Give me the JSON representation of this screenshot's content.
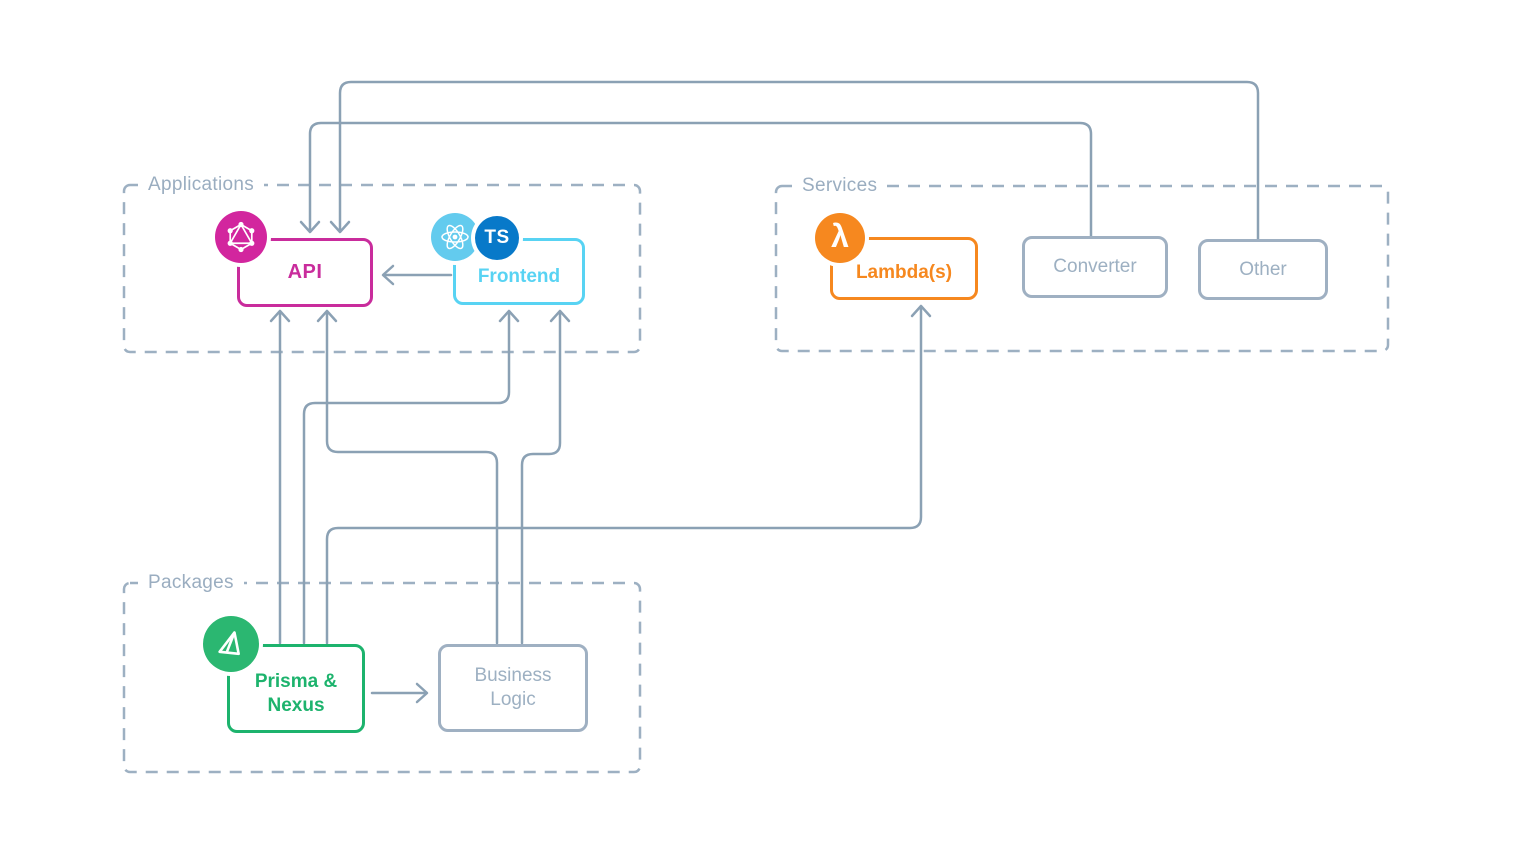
{
  "groups": [
    {
      "id": "applications",
      "label": "Applications"
    },
    {
      "id": "services",
      "label": "Services"
    },
    {
      "id": "packages",
      "label": "Packages"
    }
  ],
  "nodes": {
    "api": {
      "label": "API"
    },
    "frontend": {
      "label": "Frontend"
    },
    "lambda": {
      "label": "Lambda(s)"
    },
    "converter": {
      "label": "Converter"
    },
    "other": {
      "label": "Other"
    },
    "prisma": {
      "line1": "Prisma &",
      "line2": "Nexus"
    },
    "business": {
      "line1": "Business",
      "line2": "Logic"
    }
  },
  "icons": {
    "typescript_text": "TS",
    "lambda_glyph": "λ"
  },
  "edges": [
    {
      "from": "frontend",
      "to": "api"
    },
    {
      "from": "converter",
      "to": "api"
    },
    {
      "from": "other",
      "to": "api"
    },
    {
      "from": "prisma-nexus",
      "to": "api"
    },
    {
      "from": "prisma-nexus",
      "to": "frontend"
    },
    {
      "from": "prisma-nexus",
      "to": "lambda"
    },
    {
      "from": "prisma-nexus",
      "to": "business-logic"
    },
    {
      "from": "business-logic",
      "to": "api"
    },
    {
      "from": "business-logic",
      "to": "frontend"
    }
  ],
  "colors": {
    "line_gray": "#8ba1b4",
    "border_gray": "#9fb0c2",
    "text_gray": "#9aadc0",
    "pink": "#c92c9c",
    "graphql_pink": "#d2269e",
    "cyan": "#58d3f3",
    "react_blue": "#63cbee",
    "ts_blue": "#0879c9",
    "orange": "#f6881f",
    "green": "#1db36d",
    "prisma_green": "#2bb771"
  }
}
